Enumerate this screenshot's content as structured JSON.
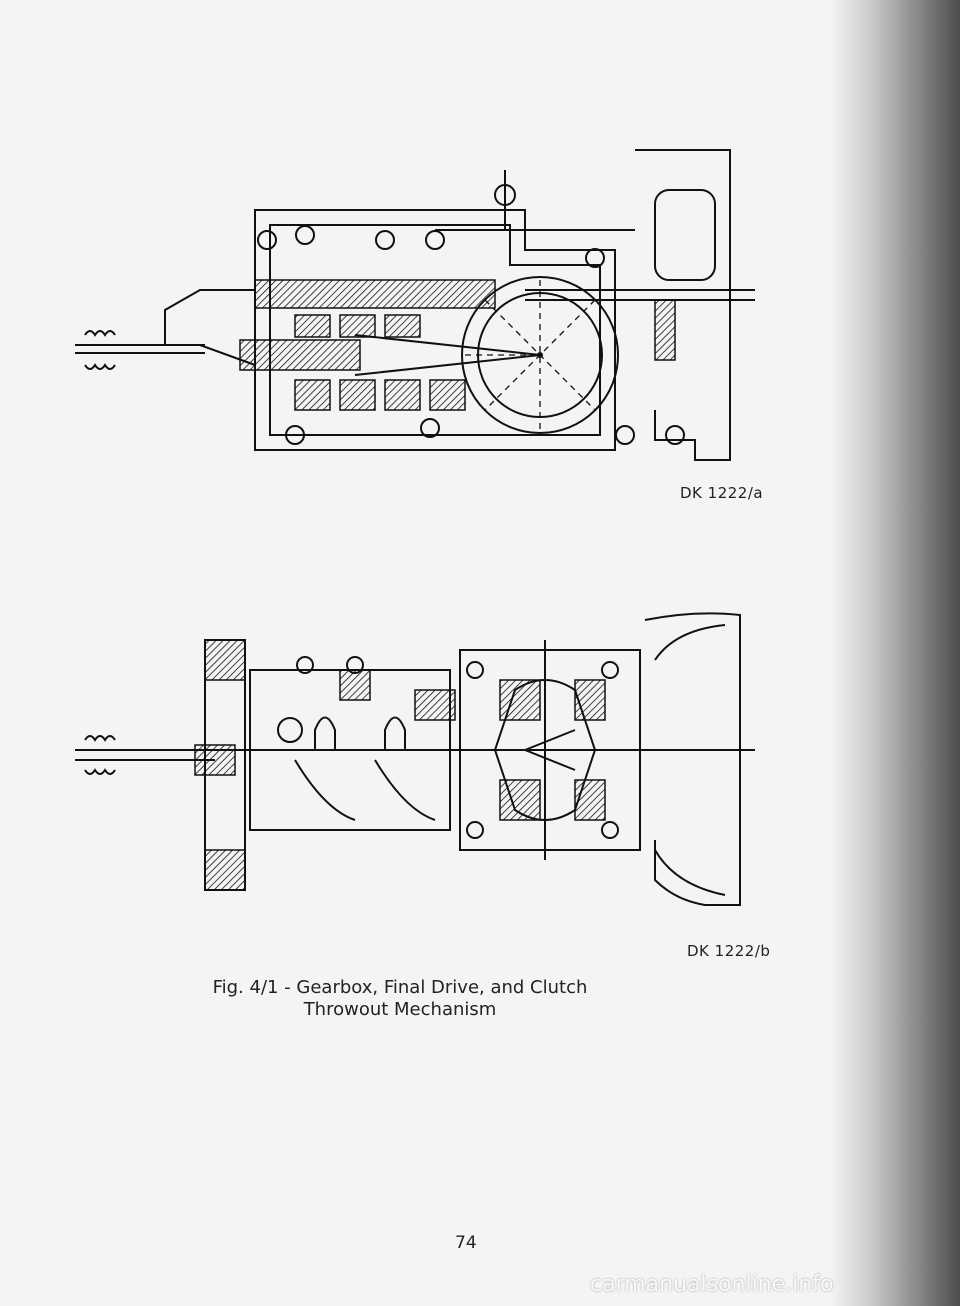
{
  "figures": {
    "top_ref": "DK 1222/a",
    "bottom_ref": "DK 1222/b"
  },
  "caption": {
    "line1": "Fig. 4/1 - Gearbox, Final Drive, and Clutch",
    "line2": "Throwout Mechanism"
  },
  "page_number": "74",
  "watermark": "carmanualsonline.info"
}
